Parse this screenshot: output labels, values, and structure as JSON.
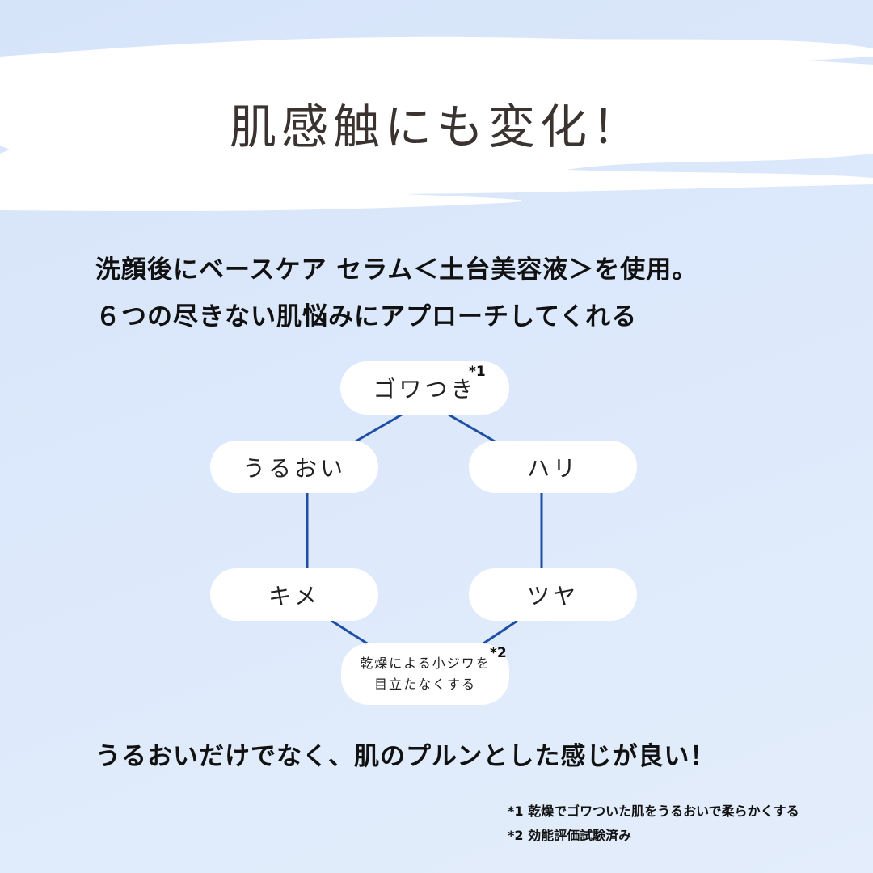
{
  "title": "肌感触にも変化！",
  "lead_lines": [
    "洗顔後にベースケア セラム＜土台美容液＞を使用。",
    "６つの尽きない肌悩みにアプローチしてくれる"
  ],
  "diagram": {
    "items": [
      {
        "label": "ゴワつき",
        "note": "*1"
      },
      {
        "label": "うるおい"
      },
      {
        "label": "ハリ"
      },
      {
        "label": "キメ"
      },
      {
        "label": "ツヤ"
      },
      {
        "label_lines": [
          "乾燥による小ジワを",
          "目立たなくする"
        ],
        "note": "*2"
      }
    ],
    "line_color": "#1f4fa3"
  },
  "conclusion": "うるおいだけでなく、肌のプルンとした感じが良い！",
  "footnotes": [
    "*1  乾燥でゴワついた肌をうるおいで柔らかくする",
    "*2  効能評価試験済み"
  ]
}
